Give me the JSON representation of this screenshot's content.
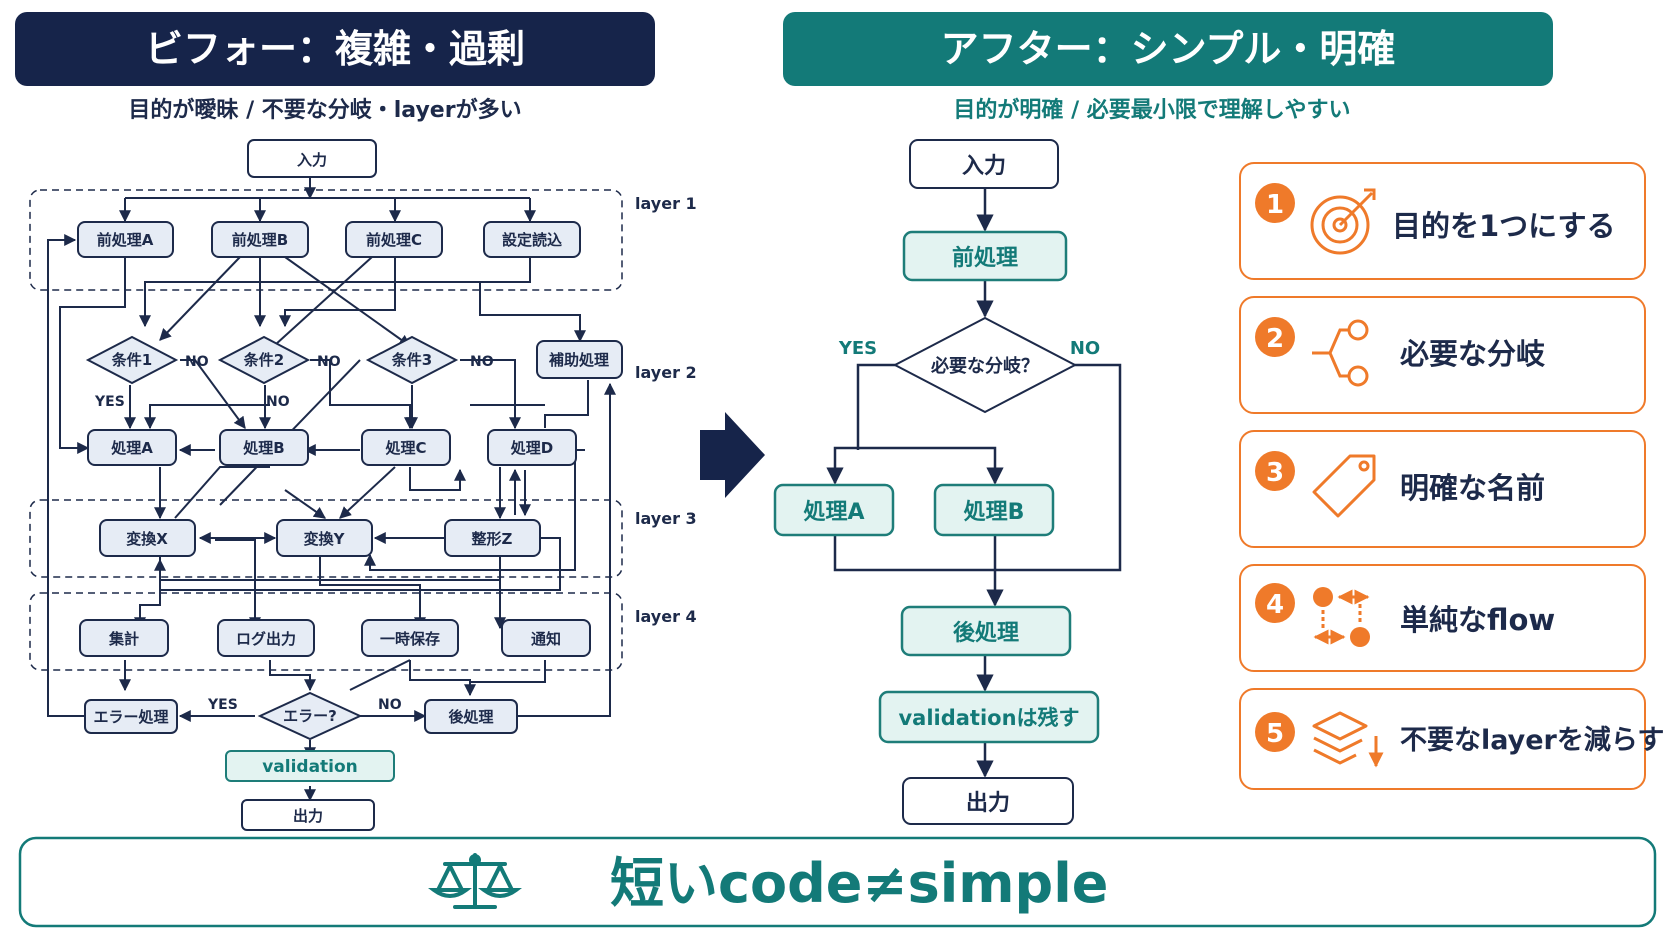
{
  "colors": {
    "navy": "#16244a",
    "teal": "#137a78",
    "orange": "#ef7a2a",
    "light_blue": "#e6ecf5",
    "light_teal": "#e3f3f1"
  },
  "before": {
    "title": "ビフォー：複雑・過剰",
    "subtitle": "目的が曖昧 / 不要な分岐・layerが多い",
    "input": "入力",
    "output": "出力",
    "layers": [
      "layer 1",
      "layer 2",
      "layer 3",
      "layer 4"
    ],
    "preprocess": [
      "前処理A",
      "前処理B",
      "前処理C",
      "設定読込"
    ],
    "conditions": [
      "条件1",
      "条件2",
      "条件3"
    ],
    "helper": "補助処理",
    "processes": [
      "処理A",
      "処理B",
      "処理C",
      "処理D"
    ],
    "transforms": [
      "変換X",
      "変換Y",
      "整形Z"
    ],
    "layer4": [
      "集計",
      "ログ出力",
      "一時保存",
      "通知"
    ],
    "error_check": "エラー?",
    "error_handler": "エラー処理",
    "postprocess": "後処理",
    "validation": "validation",
    "yes": "YES",
    "no": "NO"
  },
  "arrow_icon": "right-arrow-icon",
  "after": {
    "title": "アフター：シンプル・明確",
    "subtitle": "目的が明確 / 必要最小限で理解しやすい",
    "input": "入力",
    "preprocess": "前処理",
    "decision": "必要な分岐？",
    "yes": "YES",
    "no": "NO",
    "process_a": "処理A",
    "process_b": "処理B",
    "postprocess": "後処理",
    "validation": "validationは残す",
    "output": "出力"
  },
  "principles": [
    {
      "number": "1",
      "label": "目的を1つにする",
      "icon": "target-icon"
    },
    {
      "number": "2",
      "label": "必要な分岐",
      "icon": "branch-icon"
    },
    {
      "number": "3",
      "label": "明確な名前",
      "icon": "tag-icon"
    },
    {
      "number": "4",
      "label": "単純なflow",
      "icon": "flow-icon"
    },
    {
      "number": "5",
      "label": "不要なlayerを減らす",
      "icon": "layers-icon"
    }
  ],
  "footer": {
    "message": "短いcode≠simple",
    "icon": "scale-icon"
  }
}
